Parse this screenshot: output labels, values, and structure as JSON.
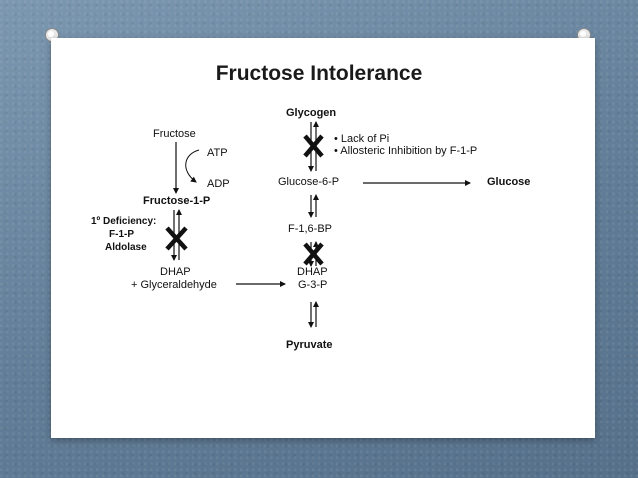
{
  "title": "Fructose Intolerance",
  "nodes": {
    "glycogen": "Glycogen",
    "fructose": "Fructose",
    "atp": "ATP",
    "adp": "ADP",
    "fructose_1p": "Fructose-1-P",
    "deficiency_line1": "1º Deficiency:",
    "deficiency_line2": "F-1-P",
    "deficiency_line3": "Aldolase",
    "dhap_left": "DHAP",
    "glyceraldehyde": "+ Glyceraldehyde",
    "glucose_6p": "Glucose-6-P",
    "glucose": "Glucose",
    "f16bp": "F-1,6-BP",
    "dhap_right": "DHAP",
    "g3p": "G-3-P",
    "pyruvate": "Pyruvate"
  },
  "notes": [
    "• Lack of Pi",
    "• Allosteric Inhibition by F-1-P"
  ],
  "colors": {
    "background": "#6f8aa3",
    "frame": "#ffffff",
    "ink": "#111111"
  }
}
